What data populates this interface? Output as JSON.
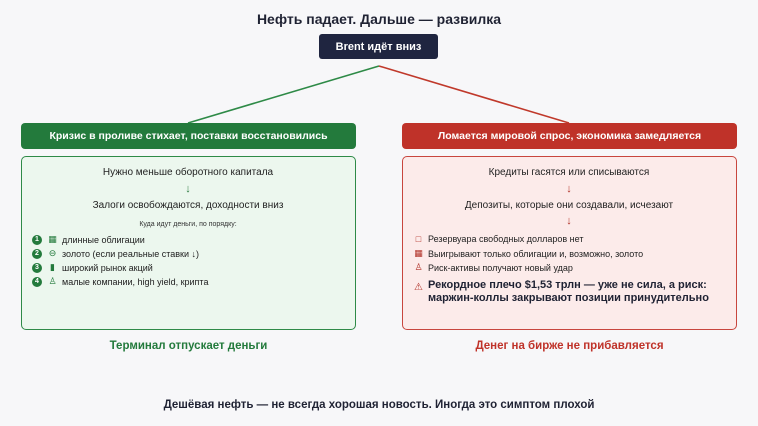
{
  "title": "Нефть падает. Дальше — развилка",
  "root": "Brent идёт вниз",
  "colors": {
    "green": "#237a3c",
    "red": "#bf3229",
    "dark": "#1f2540"
  },
  "left": {
    "header": "Кризис в проливе стихает, поставки восстановились",
    "line1": "Нужно меньше оборотного капитала",
    "arrow1": "↓",
    "line2": "Залоги освобождаются, доходности вниз",
    "note": "Куда идут деньги, по порядку:",
    "items": [
      {
        "num": "1",
        "icon": "building-icon",
        "glyph": "▦",
        "text": "длинные облигации"
      },
      {
        "num": "2",
        "icon": "coin-icon",
        "glyph": "⊖",
        "text": "золото (если реальные ставки ↓)"
      },
      {
        "num": "3",
        "icon": "chart-icon",
        "glyph": "▮",
        "text": "широкий рынок акций"
      },
      {
        "num": "4",
        "icon": "person-icon",
        "glyph": "♙",
        "text": "малые компании, high yield, крипта"
      }
    ],
    "footer": "Терминал отпускает деньги"
  },
  "right": {
    "header": "Ломается мировой спрос, экономика замедляется",
    "line1": "Кредиты гасятся или списываются",
    "arrow1": "↓",
    "line2": "Депозиты, которые они создавали, исчезают",
    "arrow2": "↓",
    "items": [
      {
        "icon": "box-icon",
        "glyph": "□",
        "text": "Резервуара свободных долларов нет"
      },
      {
        "icon": "building-icon",
        "glyph": "▦",
        "text": "Выигрывают только облигации и, возможно, золото"
      },
      {
        "icon": "person-icon",
        "glyph": "♙",
        "text": "Риск-активы получают новый удар"
      }
    ],
    "warning_icon": "warning-icon",
    "warning": "Рекордное плечо $1,53 трлн — уже не сила, а риск: маржин-коллы закрывают позиции принудительно",
    "footer": "Денег на бирже не прибавляется"
  },
  "bottom": "Дешёвая нефть — не всегда хорошая новость. Иногда это симптом плохой"
}
